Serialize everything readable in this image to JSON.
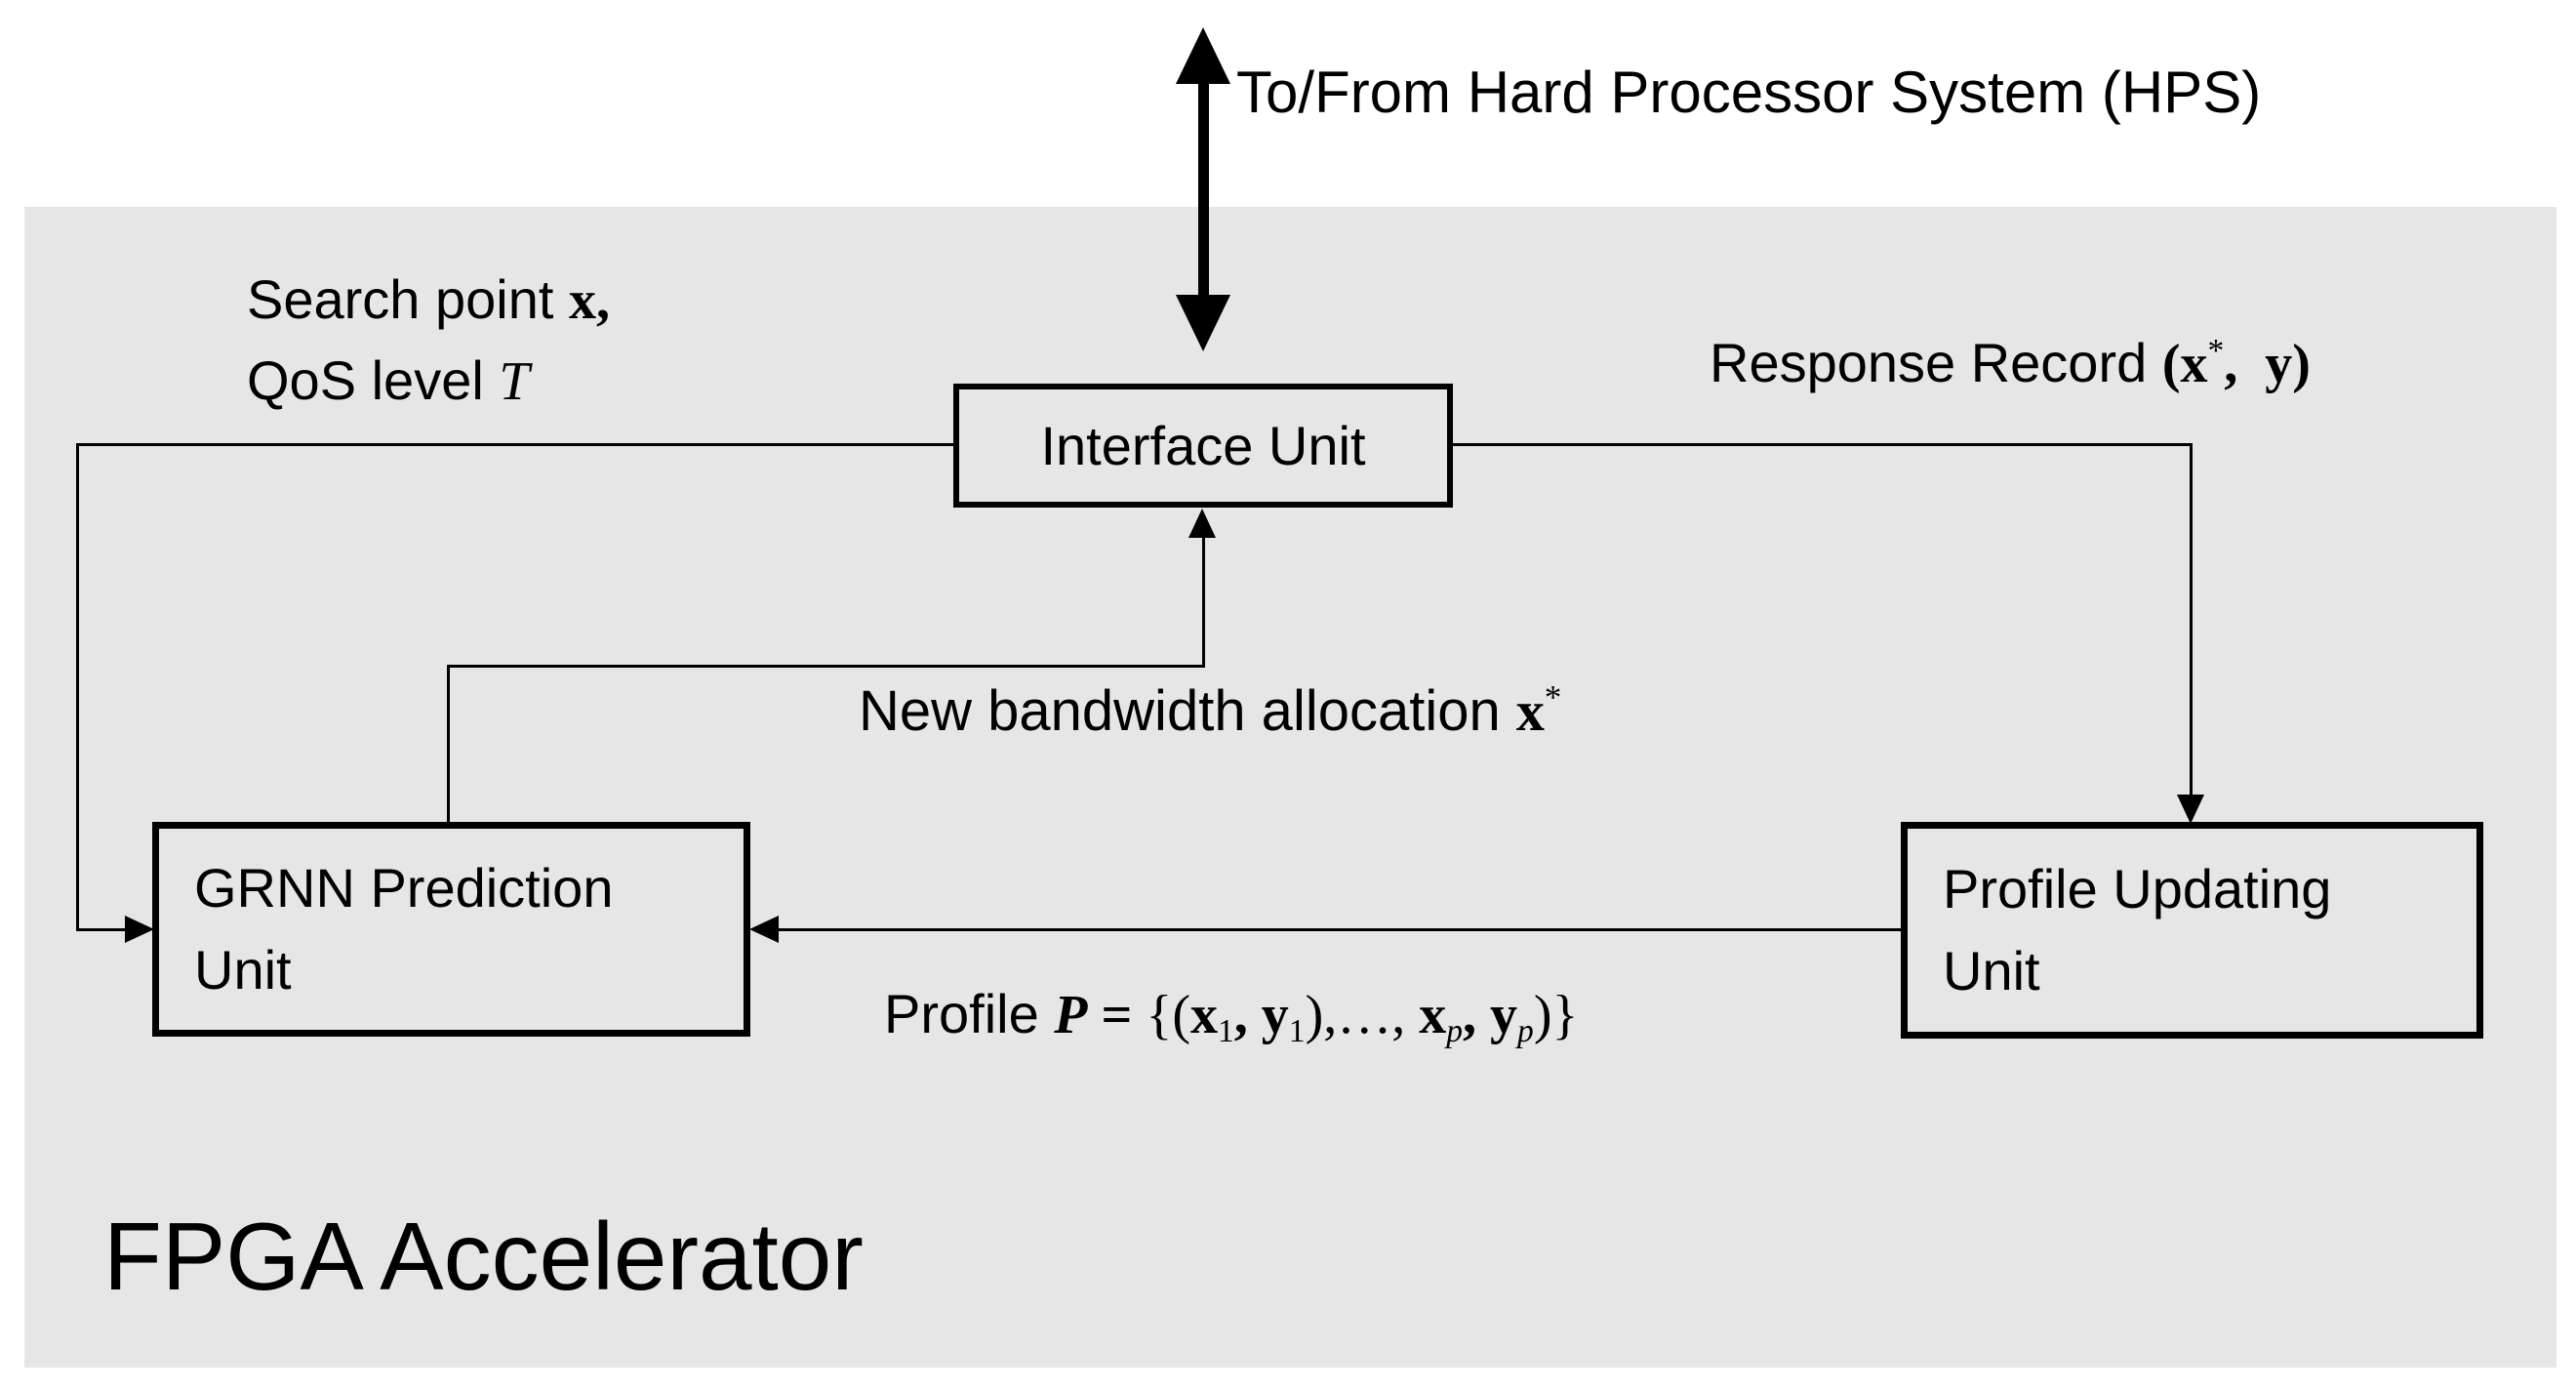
{
  "colors": {
    "panel_bg": "#e6e6e6",
    "ink": "#000000",
    "page_bg": "#ffffff"
  },
  "texts": {
    "hps": "To/From Hard Processor System (HPS)",
    "search_t1": "Search point ",
    "search_m1": "x,",
    "search_t2": "QoS level ",
    "search_m2": "T",
    "response_t": "Response Record ",
    "response_m1": "(x",
    "response_sup": "*",
    "response_m2": ",  y)",
    "bandwidth_t": "New bandwidth allocation ",
    "bandwidth_m": "x",
    "bandwidth_sup": "*",
    "profile_t": "Profile ",
    "profile_p": "P",
    "profile_eq": " = ",
    "profile_open": "{(",
    "profile_x1": "x",
    "profile_s1": "1",
    "profile_c1": ", ",
    "profile_y1": "y",
    "profile_s2": "1",
    "profile_mid": "),…, ",
    "profile_x2": "x",
    "profile_sp1": "p",
    "profile_c2": ", ",
    "profile_y2": "y",
    "profile_sp2": "p",
    "profile_close": ")}",
    "fpga": "FPGA Accelerator"
  },
  "boxes": {
    "interface": {
      "label": "Interface Unit"
    },
    "grnn": {
      "line1": "GRNN Prediction",
      "line2": "Unit"
    },
    "profile": {
      "line1": "Profile Updating",
      "line2": "Unit"
    }
  }
}
